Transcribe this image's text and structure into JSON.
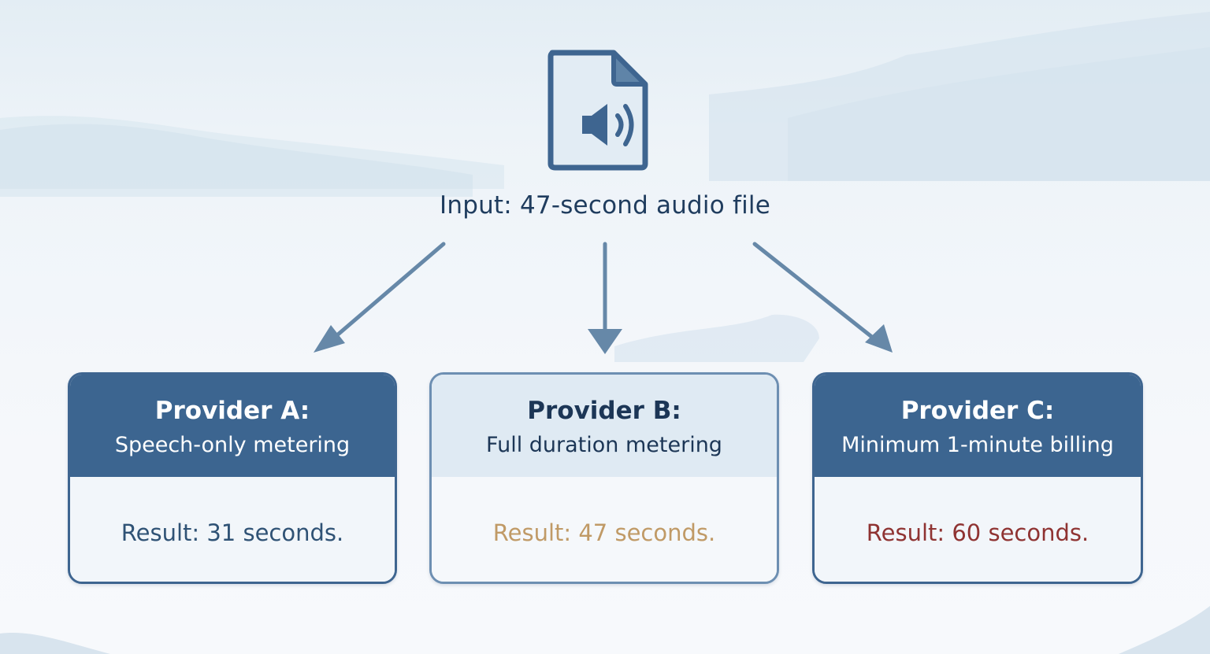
{
  "input": {
    "icon": "audio-file-icon",
    "label": "Input: 47-second audio file"
  },
  "arrows": [
    "to-provider-a",
    "to-provider-b",
    "to-provider-c"
  ],
  "providers": [
    {
      "title": "Provider A:",
      "subtitle": "Speech-only metering",
      "result": "Result: 31 seconds.",
      "result_color": "#2f5275"
    },
    {
      "title": "Provider B:",
      "subtitle": "Full duration metering",
      "result": "Result: 47 seconds.",
      "result_color": "#c09a66"
    },
    {
      "title": "Provider C:",
      "subtitle": "Minimum 1-minute billing",
      "result": "Result: 60 seconds.",
      "result_color": "#8f3332"
    }
  ],
  "colors": {
    "primary": "#3c6590",
    "arrow": "#6688a8",
    "text_dark": "#1f3c5e"
  }
}
